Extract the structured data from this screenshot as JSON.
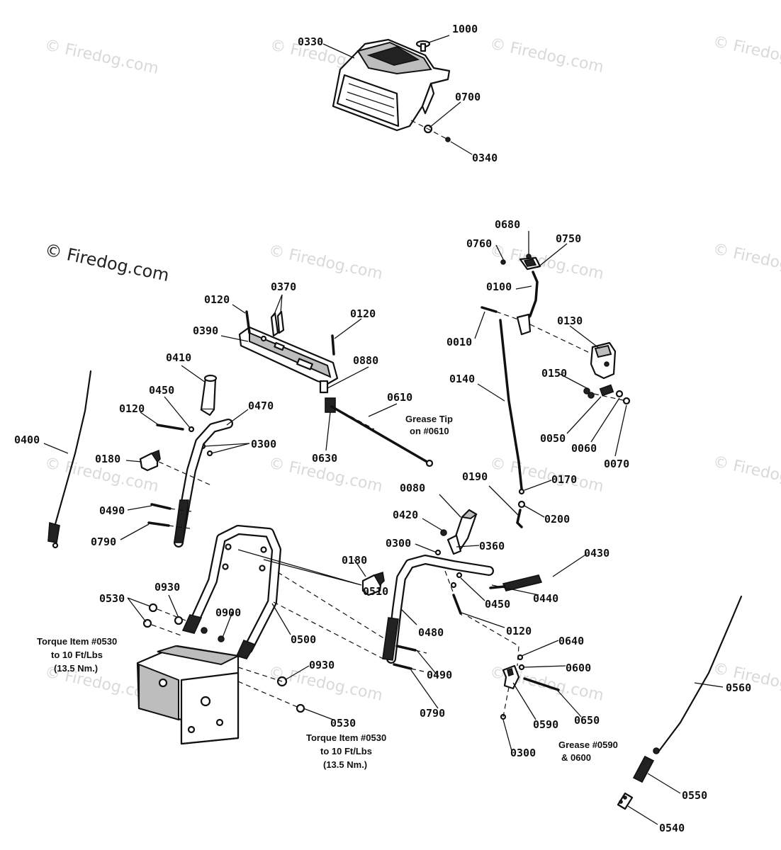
{
  "watermarks": {
    "main": "© Firedog.com",
    "faint": "© Firedog.com"
  },
  "labels": {
    "p1000": "1000",
    "p0330": "0330",
    "p0700": "0700",
    "p0340": "0340",
    "p0680": "0680",
    "p0760": "0760",
    "p0750": "0750",
    "p0100": "0100",
    "p0010": "0010",
    "p0130": "0130",
    "p0140": "0140",
    "p0150": "0150",
    "p0050": "0050",
    "p0060": "0060",
    "p0070": "0070",
    "p0120_a": "0120",
    "p0370": "0370",
    "p0120_b": "0120",
    "p0390": "0390",
    "p0880": "0880",
    "p0410": "0410",
    "p0450_a": "0450",
    "p0120_c": "0120",
    "p0470": "0470",
    "p0300_a": "0300",
    "p0610": "0610",
    "p0630": "0630",
    "p0400": "0400",
    "p0180_a": "0180",
    "p0490_a": "0490",
    "p0790_a": "0790",
    "p0190": "0190",
    "p0170": "0170",
    "p0200": "0200",
    "p0080": "0080",
    "p0420": "0420",
    "p0300_b": "0300",
    "p0360": "0360",
    "p0430": "0430",
    "p0510": "0510",
    "p0930_a": "0930",
    "p0530_a": "0530",
    "p0900": "0900",
    "p0500": "0500",
    "p0180_b": "0180",
    "p0480": "0480",
    "p0450_b": "0450",
    "p0440": "0440",
    "p0120_d": "0120",
    "p0640": "0640",
    "p0600": "0600",
    "p0490_b": "0490",
    "p0790_b": "0790",
    "p0930_b": "0930",
    "p0530_b": "0530",
    "p0590": "0590",
    "p0650": "0650",
    "p0300_c": "0300",
    "p0560": "0560",
    "p0550": "0550",
    "p0540": "0540"
  },
  "notes": {
    "grease_tip_line1": "Grease Tip",
    "grease_tip_line2": "on #0610",
    "torque_left_line1": "Torque Item #0530",
    "torque_left_line2": "to 10 Ft/Lbs",
    "torque_left_line3": "(13.5 Nm.)",
    "torque_bottom_line1": "Torque Item #0530",
    "torque_bottom_line2": "to 10 Ft/Lbs",
    "torque_bottom_line3": "(13.5 Nm.)",
    "grease_0590_line1": "Grease #0590",
    "grease_0590_line2": "& 0600"
  }
}
